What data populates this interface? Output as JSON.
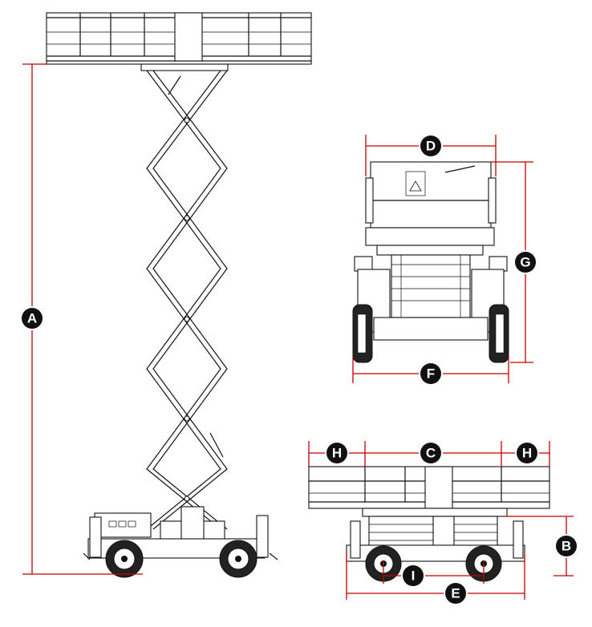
{
  "dimension_labels": {
    "a": "A",
    "b": "B",
    "c": "C",
    "d": "D",
    "e": "E",
    "f": "F",
    "g": "G",
    "h": "H",
    "i": "I"
  },
  "colors": {
    "dimension_line": "#c00000",
    "badge": "#111111",
    "badge_text": "#ffffff",
    "line_art": "#111111"
  }
}
